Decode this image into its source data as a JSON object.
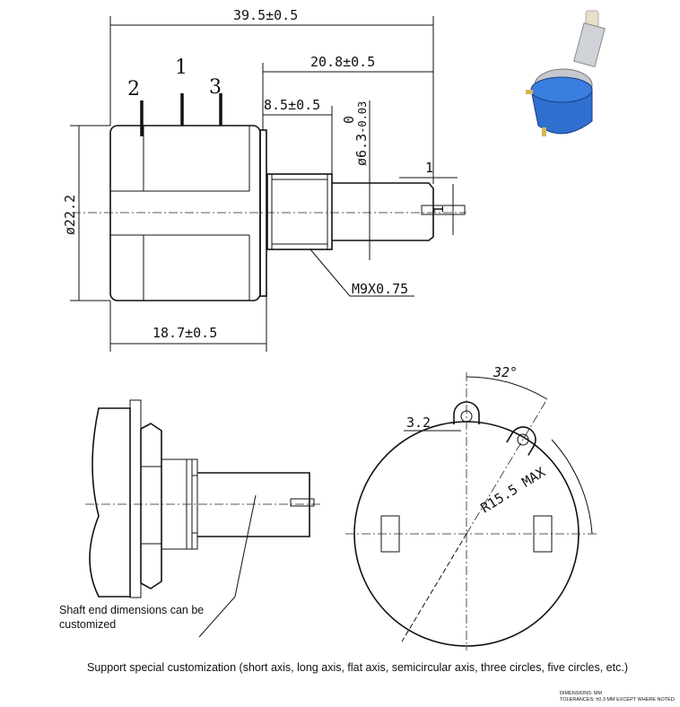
{
  "top_view": {
    "overall_length": "39.5±0.5",
    "shaft_length": "20.8±0.5",
    "bushing_length": "8.5±0.5",
    "shaft_diameter": "ø6.3",
    "shaft_tolerance_upper": "0",
    "shaft_tolerance_lower": "-0.03",
    "slot_width": "1",
    "slot_depth": "1",
    "body_diameter": "ø22.2",
    "thread": "M9X0.75",
    "body_length": "18.7±0.5",
    "pins": [
      "2",
      "1",
      "3"
    ]
  },
  "side_view": {
    "note_line1": "Shaft end dimensions can be",
    "note_line2": "customized"
  },
  "front_view": {
    "angle": "32°",
    "lug_hole": "3.2",
    "radius": "R15.5 MAX"
  },
  "footer": {
    "customization_note": "Support special customization (short axis, long axis, flat axis, semicircular axis, three circles, five circles, etc.)",
    "dimensions_unit": "DIMENSIONS: MM",
    "tolerances": "TOLERANCES: ±0.3 MM EXCEPT WHERE NOTED"
  },
  "colors": {
    "product_blue": "#2f6fd0",
    "line": "#111111"
  }
}
